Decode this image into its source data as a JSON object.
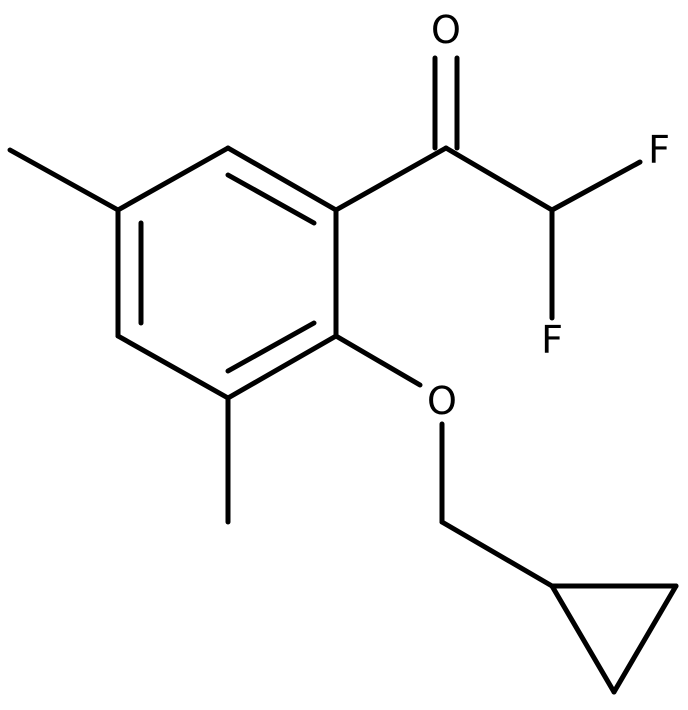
{
  "molecule": {
    "atoms": {
      "carbonyl_oxygen": "O",
      "fluorine_top": "F",
      "fluorine_bottom": "F",
      "ether_oxygen": "O"
    },
    "colors": {
      "bond": "#000000",
      "label": "#000000",
      "background": "#ffffff"
    }
  }
}
